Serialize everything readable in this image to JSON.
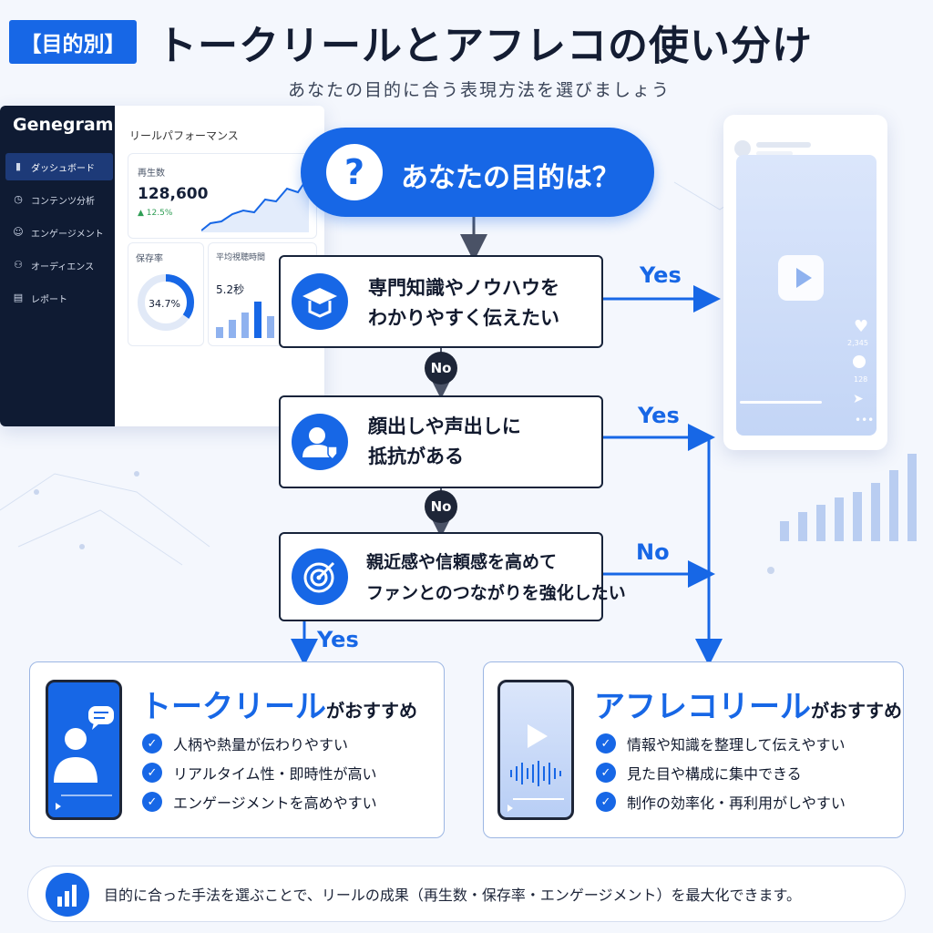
{
  "header": {
    "tag": "【目的別】",
    "title": "トークリールとアフレコの使い分け",
    "subtitle": "あなたの目的に合う表現方法を選びましょう"
  },
  "dashboard": {
    "brand": "Genegram",
    "menu": [
      {
        "label": "ダッシュボード",
        "icon": "bar-chart-icon",
        "active": true
      },
      {
        "label": "コンテンツ分析",
        "icon": "clock-icon",
        "active": false
      },
      {
        "label": "エンゲージメント",
        "icon": "smile-icon",
        "active": false
      },
      {
        "label": "オーディエンス",
        "icon": "users-icon",
        "active": false
      },
      {
        "label": "レポート",
        "icon": "document-icon",
        "active": false
      }
    ],
    "heading": "リールパフォーマンス",
    "plays_label": "再生数",
    "plays_value": "128,600",
    "plays_change": "▲ 12.5%",
    "save_rate_label": "保存率",
    "save_rate_value": "34.7%",
    "save_rate": 0.347,
    "avg_watch_label": "平均視聴時間",
    "avg_watch_value": "5.2秒"
  },
  "phone": {
    "likes": "2,345",
    "comments": "128"
  },
  "flow": {
    "question": "あなたの目的は？",
    "q1": {
      "line1": "専門知識やノウハウを",
      "line2": "わかりやすく伝えたい"
    },
    "q2": {
      "line1": "顔出しや声出しに",
      "line2": "抵抗がある"
    },
    "q3": {
      "line1": "親近感や信頼感を高めて",
      "line2": "ファンとのつながりを強化したい"
    },
    "yes": "Yes",
    "no": "No"
  },
  "results": {
    "talk": {
      "title": "トークリール",
      "suffix": "がおすすめ",
      "points": [
        "人柄や熱量が伝わりやすい",
        "リアルタイム性・即時性が高い",
        "エンゲージメントを高めやすい"
      ]
    },
    "afureko": {
      "title": "アフレコリール",
      "suffix": "がおすすめ",
      "points": [
        "情報や知識を整理して伝えやすい",
        "見た目や構成に集中できる",
        "制作の効率化・再利用がしやすい"
      ]
    }
  },
  "footer": {
    "text": "目的に合った手法を選ぶことで、リールの成果（再生数・保存率・エンゲージメント）を最大化できます。"
  },
  "colors": {
    "accent": "#1767e6",
    "navy": "#0f1b33",
    "ink": "#121a2e"
  }
}
